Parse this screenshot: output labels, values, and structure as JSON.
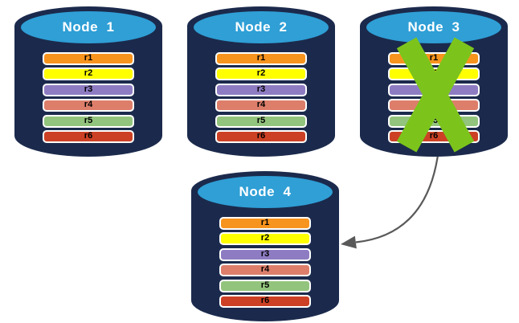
{
  "diagram": {
    "colors": {
      "cylinder_body": "#1b2a4c",
      "cylinder_face": "#2f9fd6",
      "node_label_color": "#ffffff",
      "bar_border": "#ffffff",
      "bar_text": "#000000",
      "x_mark": "#7cc41c",
      "arrow": "#595959",
      "page_bg": "#ffffff"
    },
    "rows": [
      {
        "label": "r1",
        "color": "#f7941e"
      },
      {
        "label": "r2",
        "color": "#ffff00"
      },
      {
        "label": "r3",
        "color": "#8e7cc3"
      },
      {
        "label": "r4",
        "color": "#dd7e6b"
      },
      {
        "label": "r5",
        "color": "#93c47d"
      },
      {
        "label": "r6",
        "color": "#cc4125"
      }
    ],
    "nodes": [
      {
        "id": "node-1",
        "label": "Node  1",
        "failed": false
      },
      {
        "id": "node-2",
        "label": "Node  2",
        "failed": false
      },
      {
        "id": "node-3",
        "label": "Node  3",
        "failed": true
      },
      {
        "id": "node-4",
        "label": "Node  4",
        "failed": false
      }
    ],
    "arrow": {
      "from": "node-3",
      "to": "node-4"
    }
  }
}
